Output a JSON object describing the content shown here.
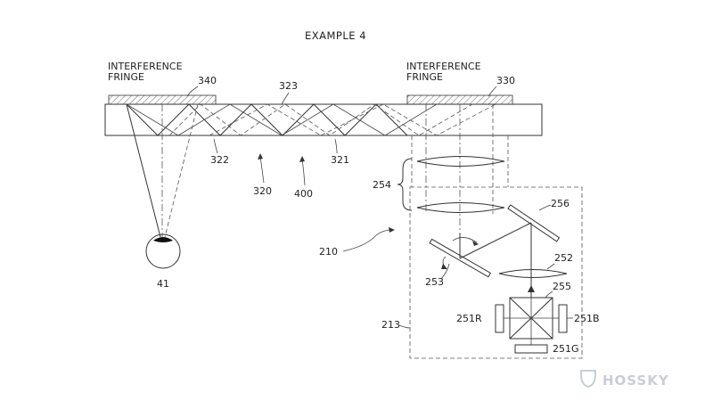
{
  "title": "EXAMPLE 4",
  "labels": {
    "fringe_left_l1": "INTERFERENCE",
    "fringe_left_l2": "FRINGE",
    "fringe_right_l1": "INTERFERENCE",
    "fringe_right_l2": "FRINGE",
    "n340": "340",
    "n330": "330",
    "n323": "323",
    "n322": "322",
    "n321": "321",
    "n320": "320",
    "n400": "400",
    "n254": "254",
    "n256": "256",
    "n210": "210",
    "n252": "252",
    "n253": "253",
    "n255": "255",
    "n251R": "251R",
    "n251B": "251B",
    "n213": "213",
    "n251G": "251G",
    "n41": "41"
  },
  "watermark": "HOSSKY"
}
